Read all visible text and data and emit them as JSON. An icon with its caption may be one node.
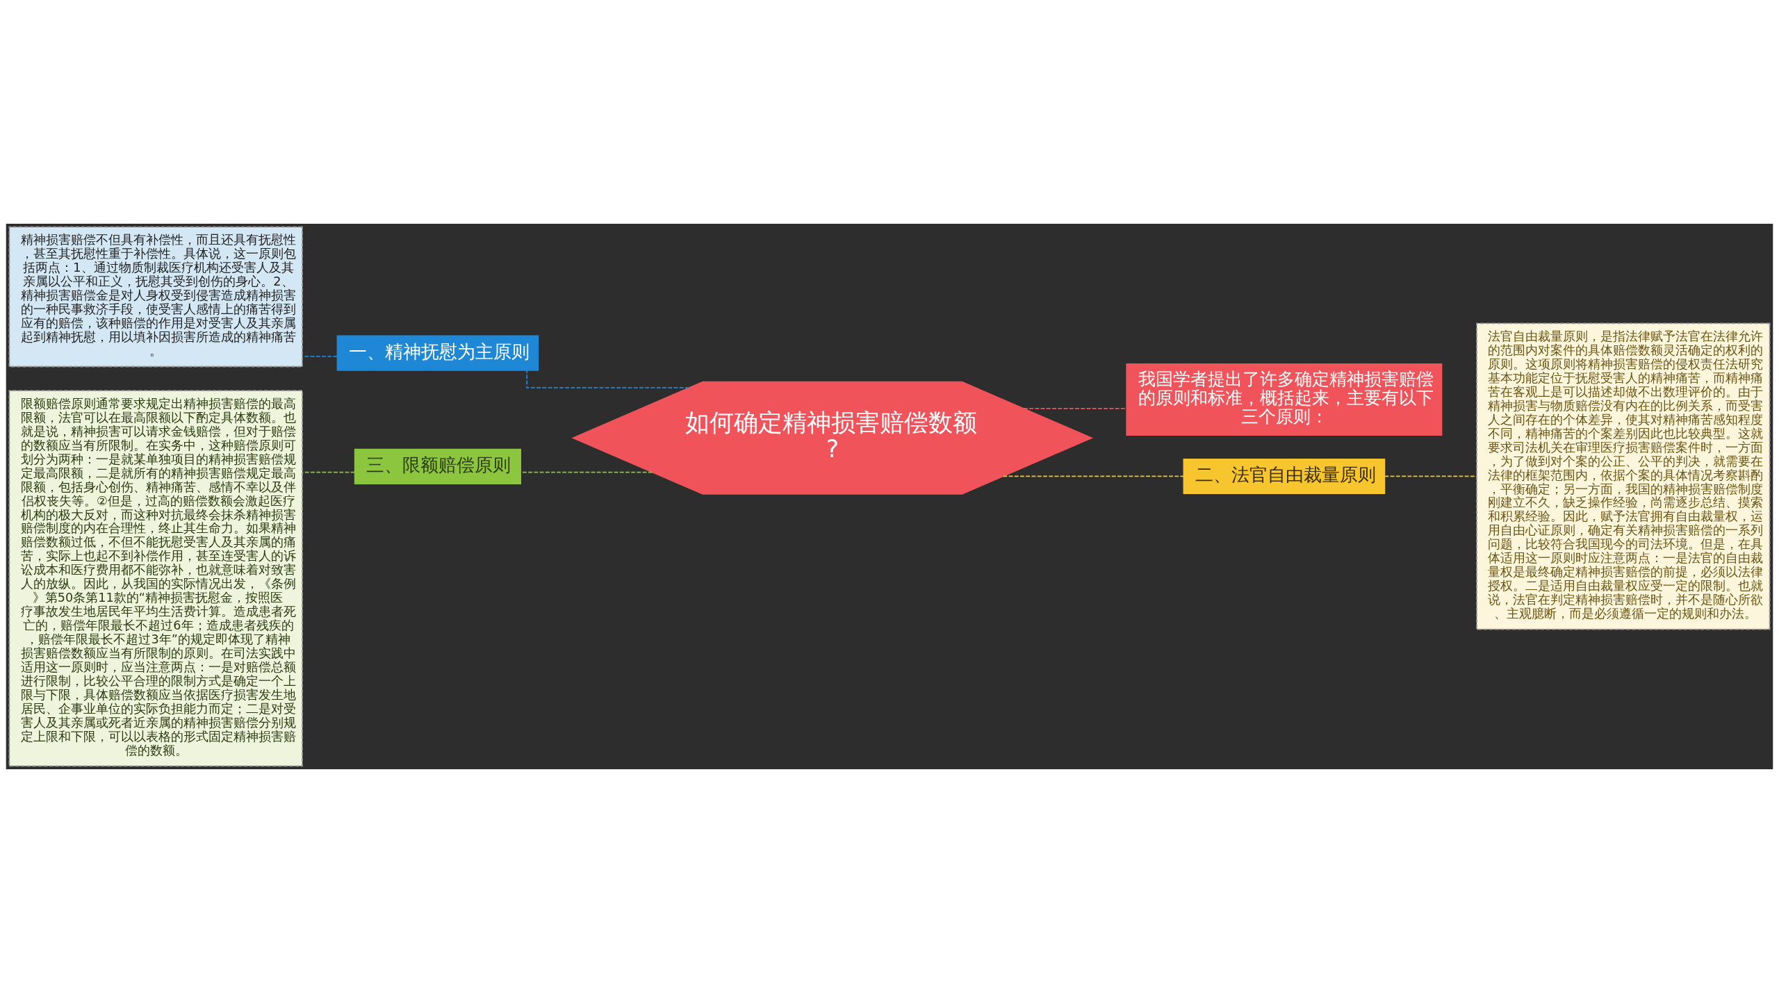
{
  "diagram": {
    "nodes": [
      {
        "text": [
          "如何确定精神损害赔偿数额?"
        ]
      },
      {
        "text": [
          "一、精神抚慰为主原则"
        ]
      },
      {
        "text": [
          "精神损害赔偿不但具有补偿性，而且还具有抚慰性，甚至其抚慰性重于补偿性。具体说，这一原则包括两点：1、通过物质制裁医疗机构还受害人及其亲属以公平和正义，抚慰其受到创伤的身心。2、精神损害赔偿金是对人身权受到侵害造成精神损害的一种民事救济手段，使受害人感情上的痛苦得到应有的赔偿，该种赔偿的作用是对受害人及其亲属起到精神抚慰，用以填补因损害所造成的精神痛苦。"
        ]
      },
      {
        "text": [
          "三、限额赔偿原则"
        ]
      },
      {
        "text": [
          "限额赔偿原则通常要求规定出精神损害赔偿的最高限额，法官可以在最高限额以下酌定具体数额。也就是说，精神损害可以请求金钱赔偿，但对于赔偿的数额应当有所限制。在实务中，这种赔偿原则可划分为两种：一是就某单独项目的精神损害赔偿规定最高限额，二是就所有的精神损害赔偿规定最高限额，包括身心创伤、精神痛苦、感情不幸以及伴侣权丧失等。②但是，过高的赔偿数额会激起医疗机构的极大反对，而这种对抗最终会抹杀精神损害赔偿制度的内在合理性，终止其生命力。如果精神赔偿数额过低，不但不能抚慰受害人及其亲属的痛苦，实际上也起不到补偿作用，甚至连受害人的诉讼成本和医疗费用都不能弥补，也就意味着对致害人的放纵。因此，从我国的实际情况出发，《条例》第50条第11款的“精神损害抚慰金，按照医疗事故发生地居民年平均生活费计算。造成患者死亡的，赔偿年限最长不超过6年；造成患者残疾的，赔偿年限最长不超过3年”的规定即体现了精神损害赔偿数额应当有所限制的原则。在司法实践中适用这一原则时，应当注意两点：一是对赔偿总额进行限制，比较公平合理的限制方式是确定一个上限与下限，具体赔偿数额应当依据医疗损害发生地居民、企事业单位的实际负担能力而定；二是对受害人及其亲属或死者近亲属的精神损害赔偿分别规定上限和下限，可以以表格的形式固定精神损害赔偿的数额。"
        ]
      },
      {
        "text": [
          "我国学者提出了许多确定精神损害赔偿的原则和标准，概括起来，主要有以下三个原则："
        ]
      },
      {
        "text": [
          "二、法官自由裁量原则"
        ]
      },
      {
        "text": [
          "法官自由裁量原则，是指法律赋予法官在法律允许的范围内对案件的具体赔偿数额灵活确定的权利的原则。这项原则将精神损害赔偿的侵权责任法研究基本功能定位于抚慰受害人的精神痛苦，而精神痛苦在客观上是可以描述却做不出数理评价的。由于精神损害与物质赔偿没有内在的比例关系，而受害人之间存在的个体差异，使其对精神痛苦感知程度不同，精神痛苦的个案差别因此也比较典型。这就要求司法机关在审理医疗损害赔偿案件时，一方面，为了做到对个案的公正、公平的判决，就需要在法律的框架范围内，依据个案的具体情况考察斟酌，平衡确定；另一方面，我国的精神损害赔偿制度刚建立不久，缺乏操作经验，尚需逐步总结、摸索和积累经验。因此，赋予法官拥有自由裁量权，运用自由心证原则，确定有关精神损害赔偿的一系列问题，比较符合我国现今的司法环境。但是，在具体适用这一原则时应注意两点：一是法官的自由裁量权是最终确定精神损害赔偿的前提，必须以法律授权。二是适用自由裁量权应受一定的限制。也就说，法官在判定精神损害赔偿时，并不是随心所欲、主观臆断，而是必须遵循一定的规则和办法。"
        ]
      }
    ],
    "edges": [
      {
        "from": 0,
        "to": 1,
        "arrow": "none",
        "style": "dashed",
        "color": "#1e88d6"
      },
      {
        "from": 1,
        "to": 2,
        "arrow": "none",
        "style": "dashed",
        "color": "#1e88d6"
      },
      {
        "from": 0,
        "to": 3,
        "arrow": "none",
        "style": "dashed",
        "color": "#8cc63f"
      },
      {
        "from": 3,
        "to": 4,
        "arrow": "none",
        "style": "dashed",
        "color": "#8cc63f"
      },
      {
        "from": 0,
        "to": 5,
        "arrow": "none",
        "style": "dashed",
        "color": "#f0545a"
      },
      {
        "from": 0,
        "to": 6,
        "arrow": "none",
        "style": "dashed",
        "color": "#f7c62f"
      },
      {
        "from": 6,
        "to": 7,
        "arrow": "none",
        "style": "dashed",
        "color": "#f7c62f"
      }
    ]
  }
}
